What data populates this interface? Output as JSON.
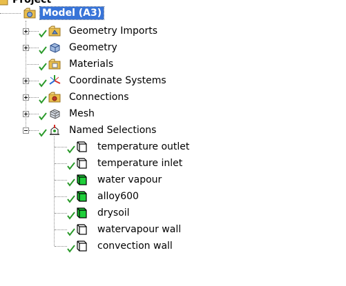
{
  "tree": {
    "project_label": "Project",
    "model_label": "Model (A3)",
    "children": [
      {
        "label": "Geometry Imports",
        "icon": "folder-geometry-icon",
        "expanded": false
      },
      {
        "label": "Geometry",
        "icon": "geometry-icon",
        "expanded": false
      },
      {
        "label": "Materials",
        "icon": "folder-materials-icon",
        "expanded": null
      },
      {
        "label": "Coordinate Systems",
        "icon": "coordinate-systems-icon",
        "expanded": false
      },
      {
        "label": "Connections",
        "icon": "folder-connections-icon",
        "expanded": false
      },
      {
        "label": "Mesh",
        "icon": "mesh-icon",
        "expanded": false
      },
      {
        "label": "Named Selections",
        "icon": "named-selections-icon",
        "expanded": true
      }
    ],
    "named_selections": [
      {
        "label": "temperature outlet",
        "type": "face"
      },
      {
        "label": "temperature inlet",
        "type": "face"
      },
      {
        "label": "water vapour",
        "type": "body"
      },
      {
        "label": "alloy600",
        "type": "body"
      },
      {
        "label": "drysoil",
        "type": "body"
      },
      {
        "label": "watervapour wall",
        "type": "face"
      },
      {
        "label": "convection wall",
        "type": "face"
      }
    ]
  },
  "colors": {
    "selection_bg": "#3874d8",
    "check_green": "#2a9a2a",
    "body_green": "#1fcf3a",
    "folder_yellow": "#e9bd4b"
  }
}
